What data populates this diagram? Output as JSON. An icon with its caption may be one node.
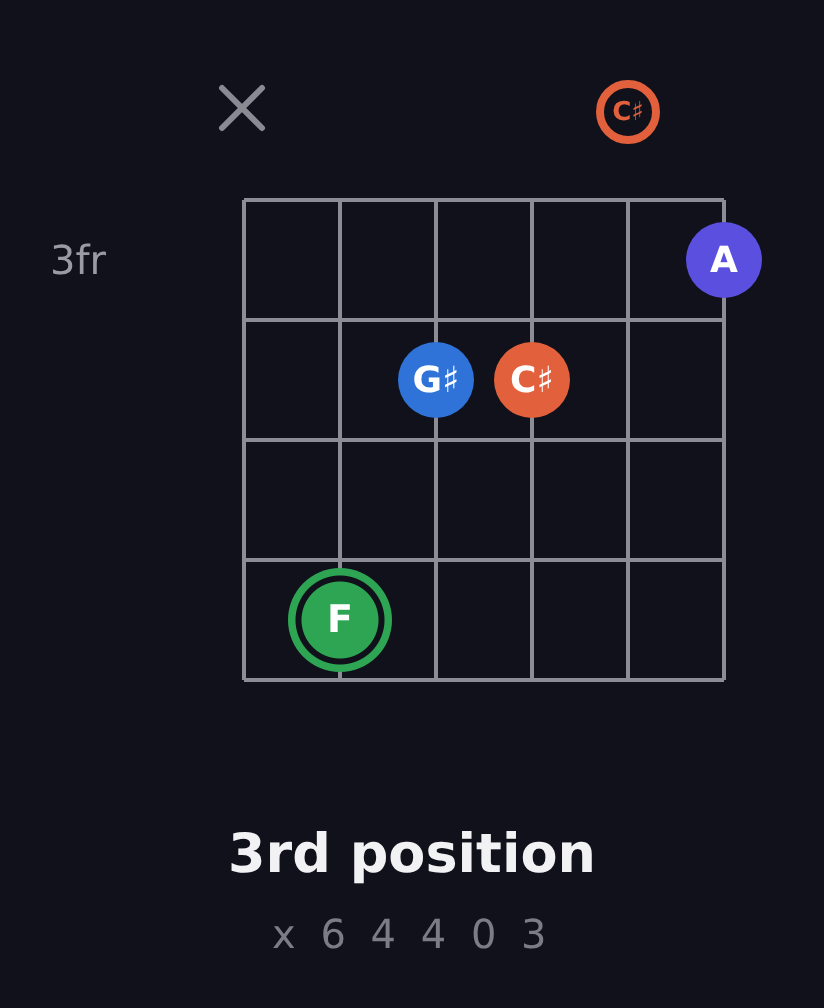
{
  "diagram": {
    "title": "3rd position",
    "nodes": [
      {
        "text": [
          "C♯"
        ]
      },
      {
        "text": [
          "A"
        ]
      },
      {
        "text": [
          "G♯"
        ]
      },
      {
        "text": [
          "C♯"
        ]
      },
      {
        "text": [
          "F"
        ]
      }
    ],
    "labels": [
      "3fr",
      "x 6 4 4 0 3"
    ]
  }
}
